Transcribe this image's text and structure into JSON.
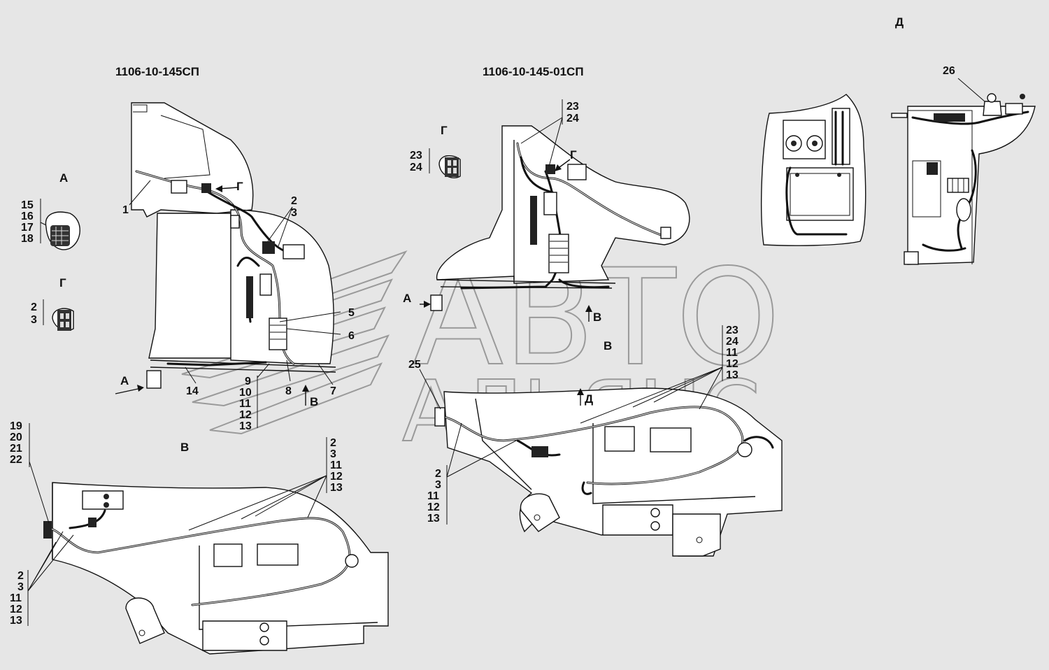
{
  "titles": {
    "left": "1106-10-145СП",
    "right": "1106-10-145-01СП"
  },
  "views": {
    "A1": "А",
    "A2": "А",
    "A3": "А",
    "G1": "Г",
    "G2": "Г",
    "G3": "Г",
    "V1": "В",
    "V2": "В",
    "V3": "В",
    "V4": "В",
    "D1": "Д",
    "D2": "Д"
  },
  "callouts": {
    "n1": "1",
    "n2a": "2",
    "n3a": "3",
    "n5": "5",
    "n6": "6",
    "n7": "7",
    "n8": "8",
    "n14": "14",
    "n9": "9",
    "n10": "10",
    "n11a": "11",
    "n12a": "12",
    "n13a": "13",
    "n15": "15",
    "n16": "16",
    "n17": "17",
    "n18": "18",
    "n2b": "2",
    "n3b": "3",
    "n19": "19",
    "n20": "20",
    "n21": "21",
    "n22": "22",
    "n2c": "2",
    "n3c": "3",
    "n11c": "11",
    "n12c": "12",
    "n13c": "13",
    "n2d": "2",
    "n3d": "3",
    "n11d": "11",
    "n12d": "12",
    "n13d": "13",
    "n23a": "23",
    "n24a": "24",
    "n23b": "23",
    "n24b": "24",
    "n25": "25",
    "n2e": "2",
    "n3e": "3",
    "n11e": "11",
    "n12e": "12",
    "n13e": "13",
    "n23c": "23",
    "n24c": "24",
    "n11f": "11",
    "n12f": "12",
    "n13f": "13",
    "n26": "26"
  },
  "watermark": {
    "line1": "АВТО",
    "line2": "АЛЬЯНС"
  }
}
